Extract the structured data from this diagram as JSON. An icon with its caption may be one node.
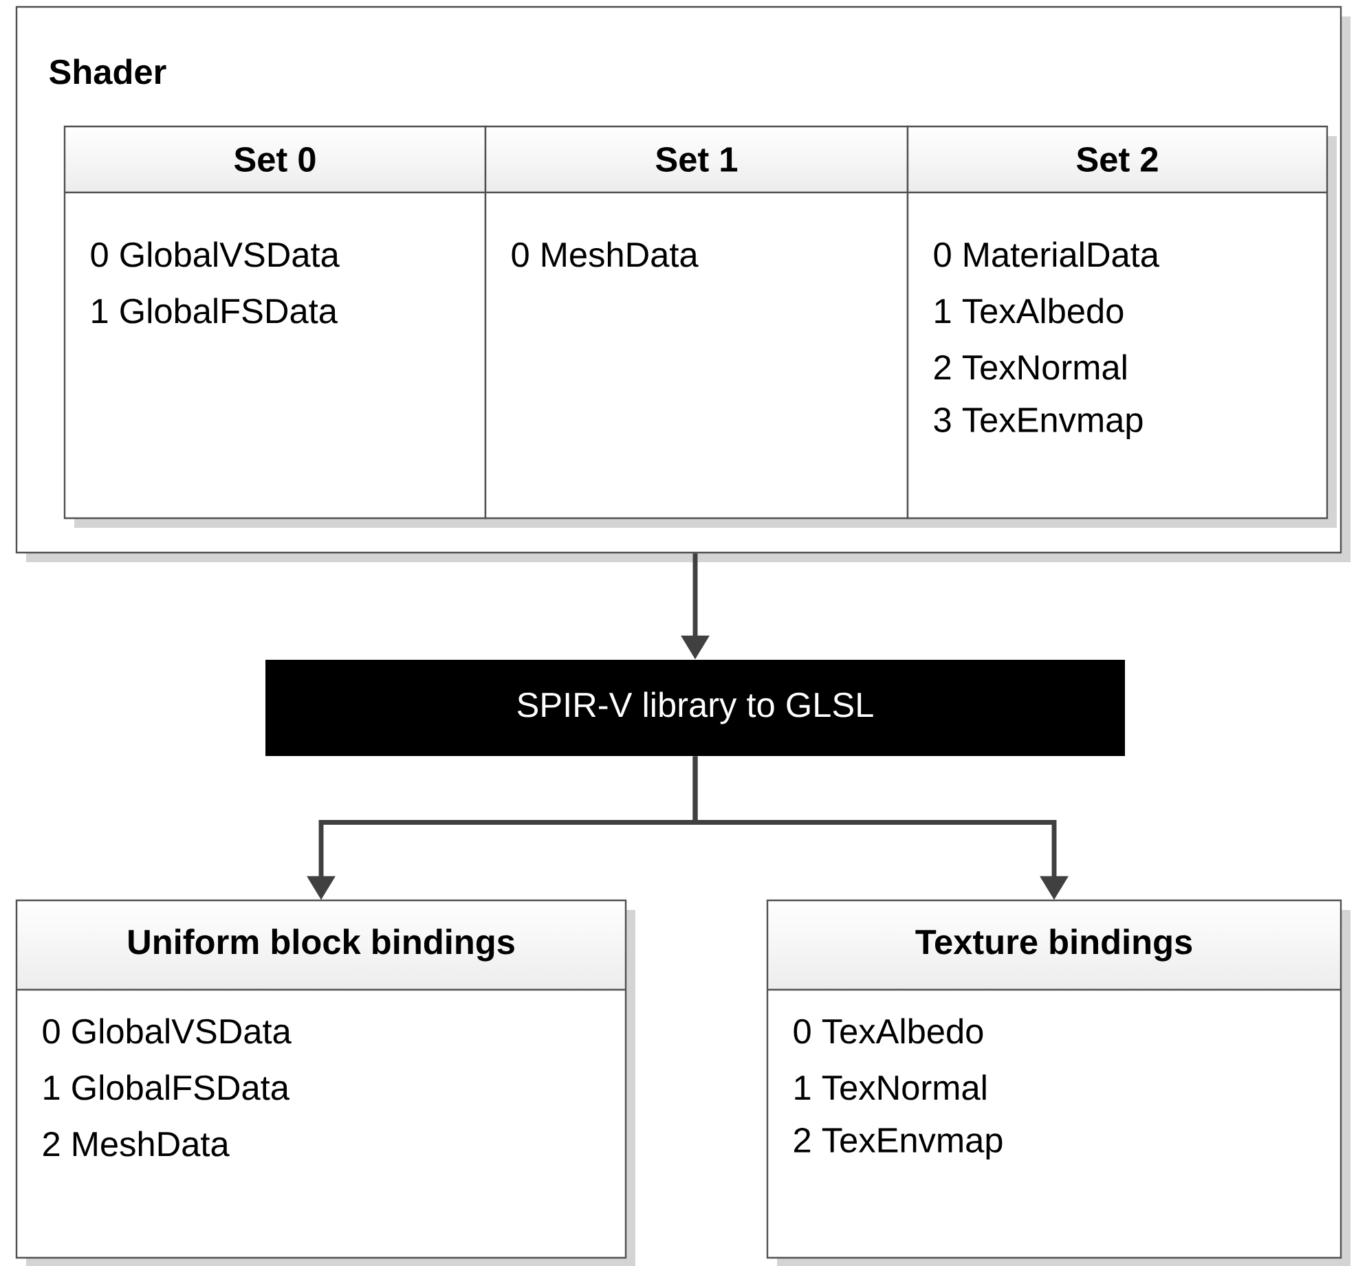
{
  "diagram": {
    "nodes": [
      {
        "text": [
          "Shader"
        ]
      },
      {
        "text": [
          "Set 0",
          "0 GlobalVSData",
          "1 GlobalFSData"
        ],
        "in": 0
      },
      {
        "text": [
          "Set 1",
          "0 MeshData"
        ],
        "in": 0
      },
      {
        "text": [
          "Set 2",
          "0 MaterialData",
          "1 TexAlbedo",
          "2 TexNormal",
          "3 TexEnvmap"
        ],
        "in": 0
      },
      {
        "text": [
          "SPIR-V library to GLSL"
        ]
      },
      {
        "text": [
          "Uniform block bindings",
          "0 GlobalVSData",
          "1 GlobalFSData",
          "2 MeshData"
        ]
      },
      {
        "text": [
          "Texture bindings",
          "0 TexAlbedo",
          "1 TexNormal",
          "2 TexEnvmap"
        ]
      }
    ],
    "edges": [
      {
        "from": 0,
        "to": 4,
        "arrow": "to"
      },
      {
        "from": 4,
        "to": 5,
        "arrow": "to"
      },
      {
        "from": 4,
        "to": 6,
        "arrow": "to"
      }
    ]
  }
}
